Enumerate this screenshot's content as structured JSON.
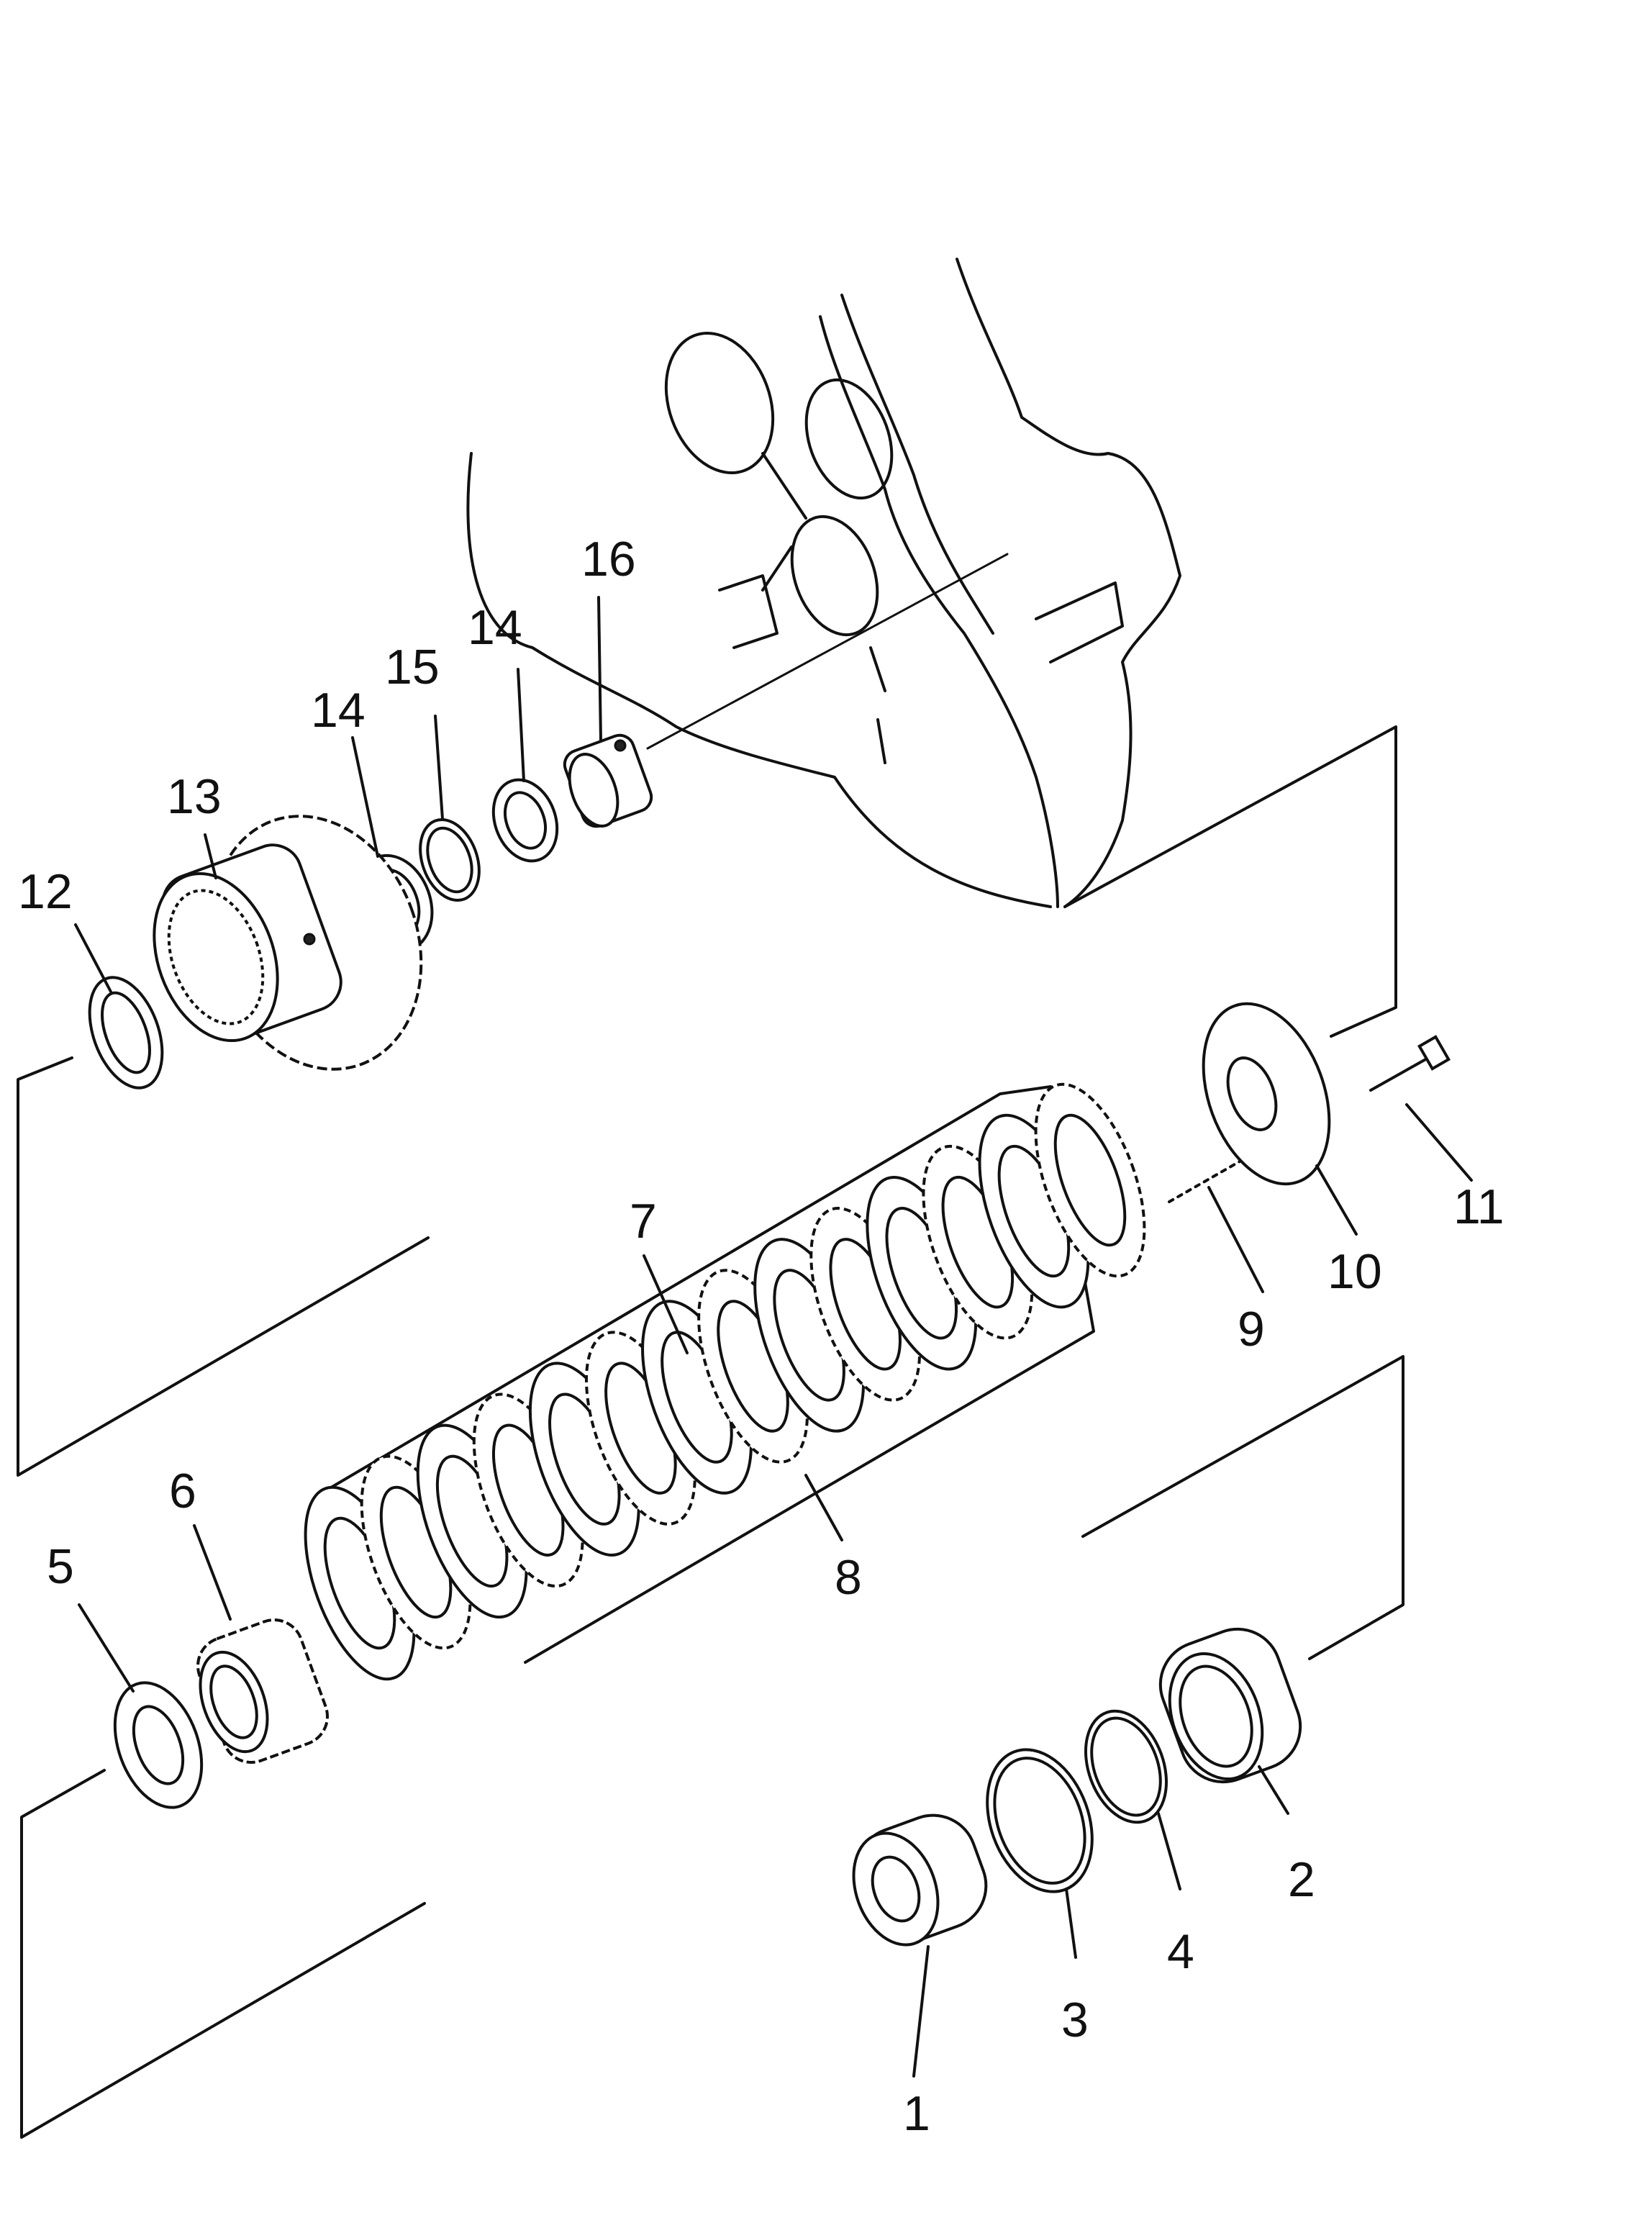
{
  "labels": {
    "p1": "1",
    "p2": "2",
    "p3": "3",
    "p4": "4",
    "p5": "5",
    "p6": "6",
    "p7": "7",
    "p8": "8",
    "p9": "9",
    "p10": "10",
    "p11": "11",
    "p12": "12",
    "p13": "13",
    "p14a": "14",
    "p14b": "14",
    "p15": "15",
    "p16": "16"
  }
}
